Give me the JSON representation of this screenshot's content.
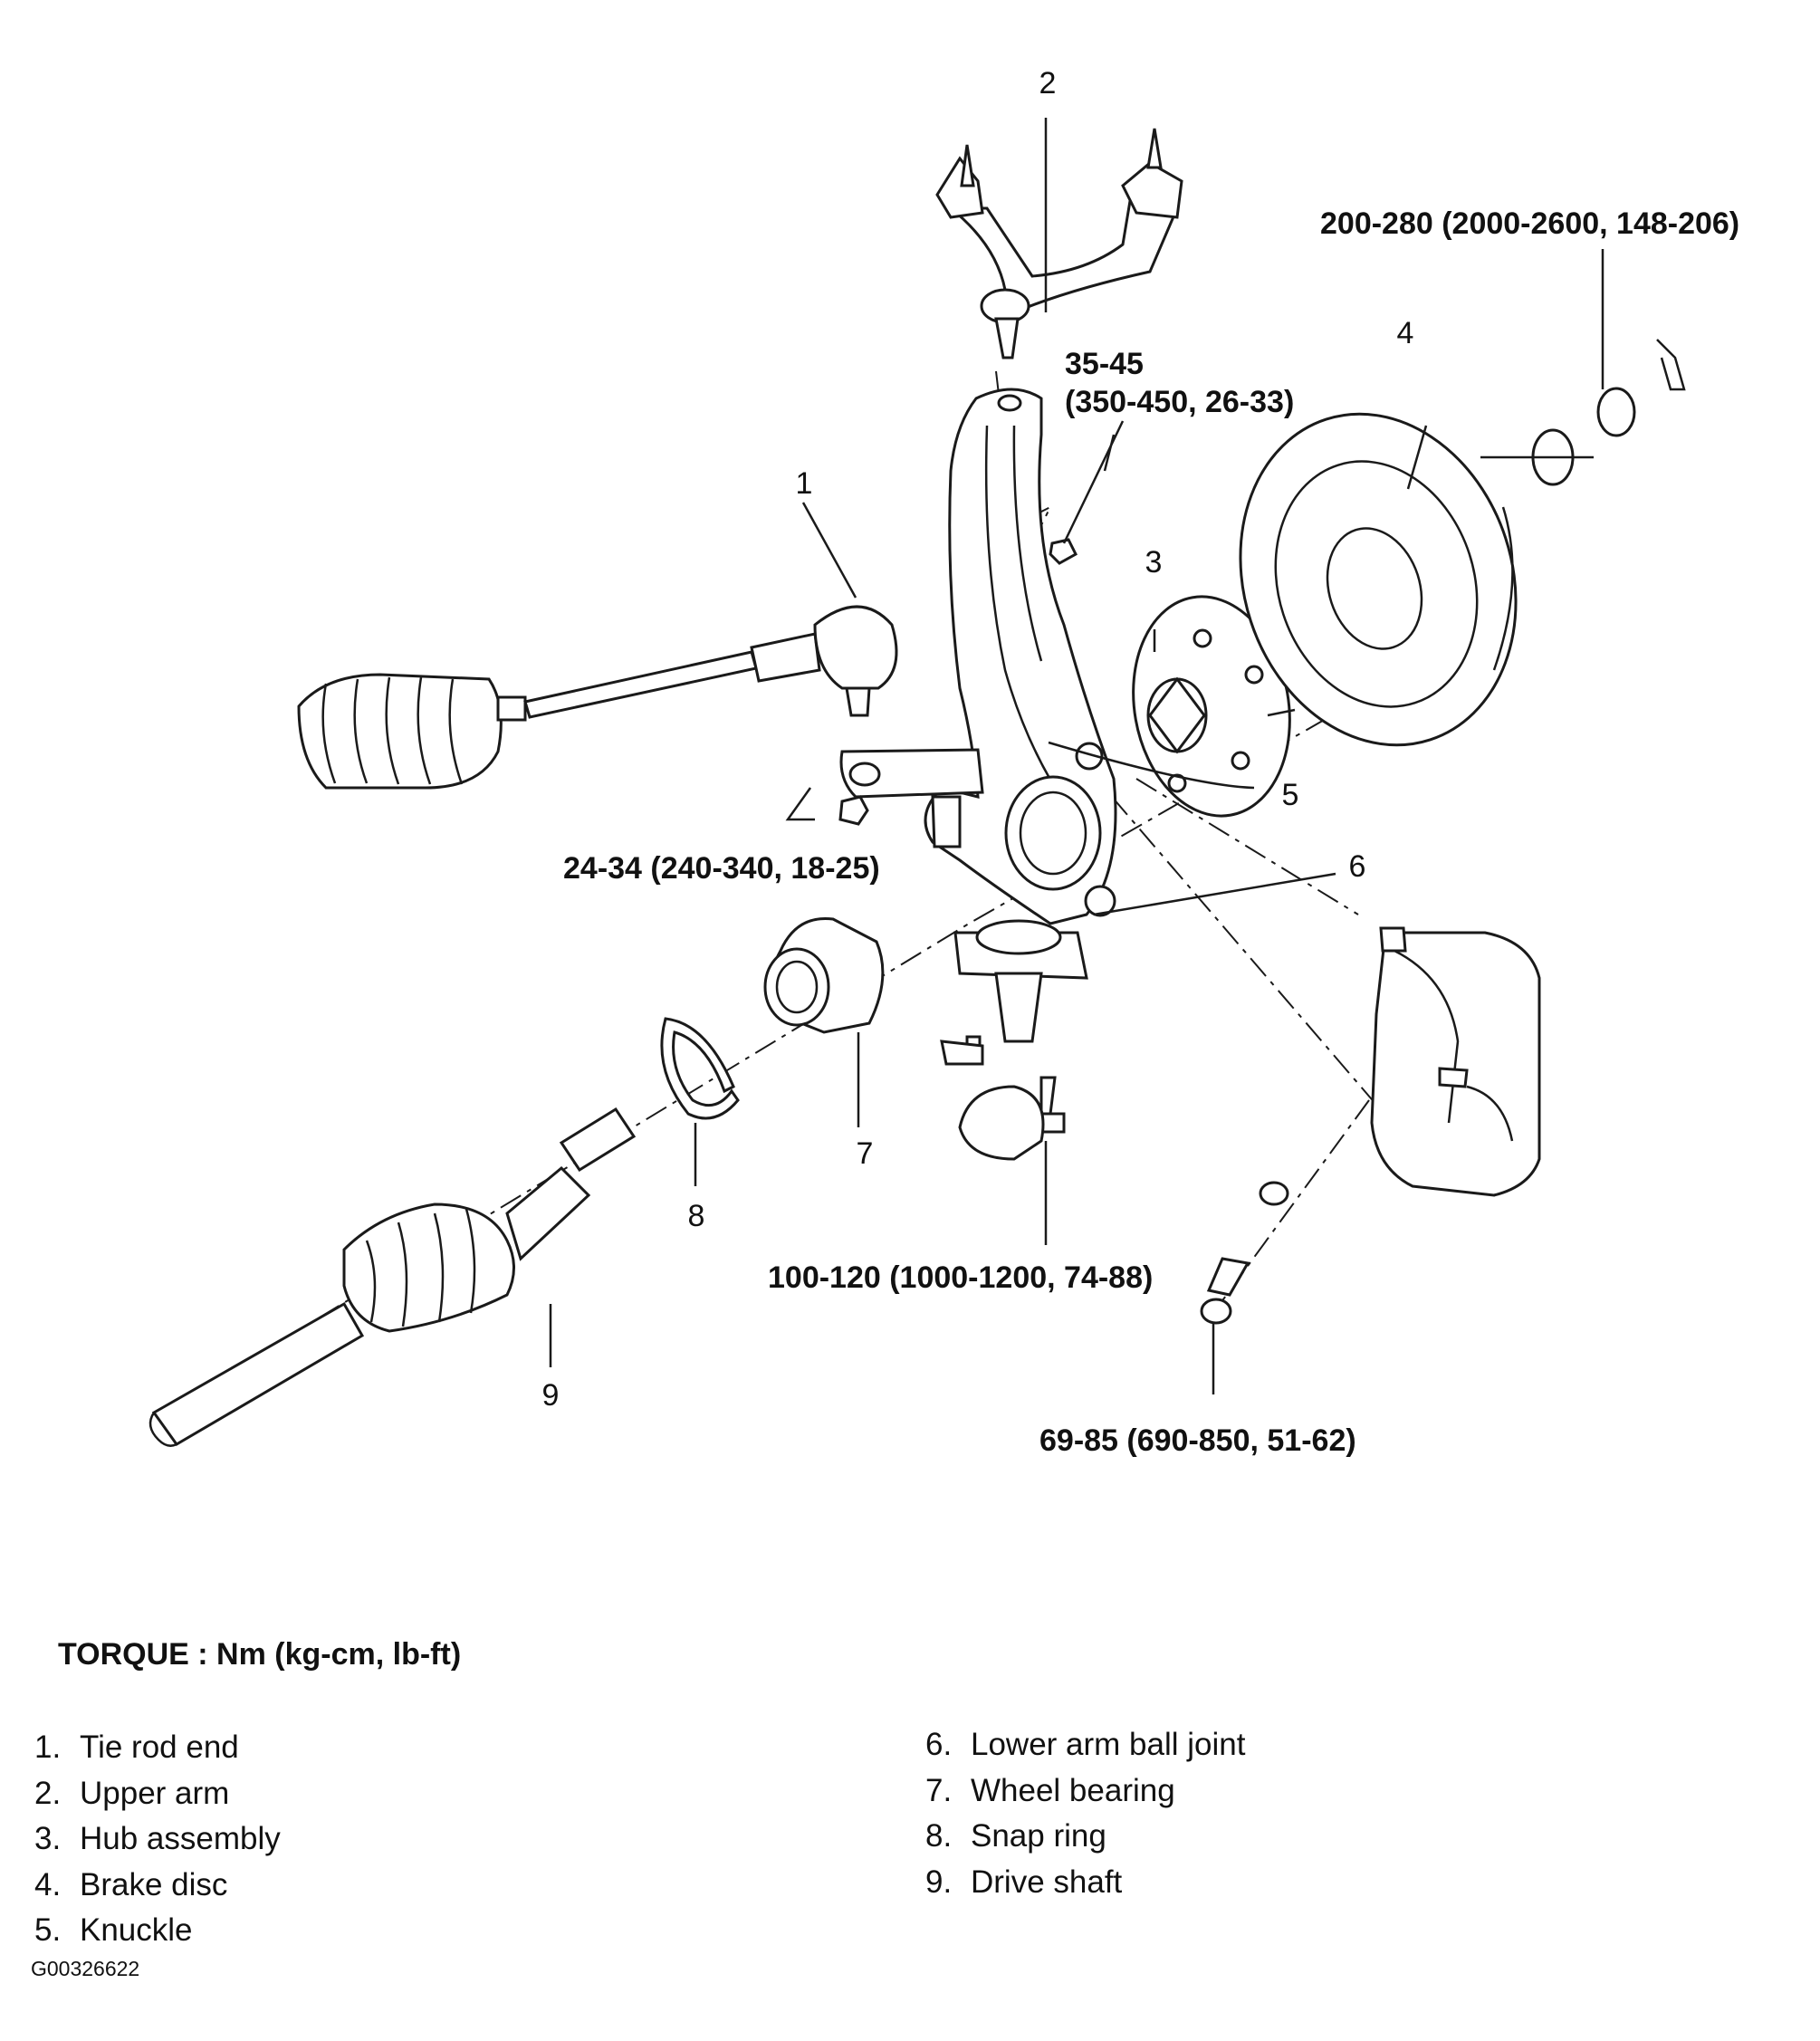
{
  "diagram": {
    "callouts": [
      "1",
      "2",
      "3",
      "4",
      "5",
      "6",
      "7",
      "8",
      "9"
    ],
    "torques": {
      "hub_nut": "200-280 (2000-2600, 148-206)",
      "upper_ball_joint_nut_line1": "35-45",
      "upper_ball_joint_nut_line2": "(350-450, 26-33)",
      "tie_rod_nut": "24-34 (240-340, 18-25)",
      "lower_ball_joint_bolt": "100-120 (1000-1200, 74-88)",
      "caliper_bolt": "69-85 (690-850, 51-62)"
    }
  },
  "legend": {
    "title": "TORQUE : Nm (kg-cm, lb-ft)",
    "left": [
      {
        "num": "1.",
        "label": "Tie rod end"
      },
      {
        "num": "2.",
        "label": "Upper arm"
      },
      {
        "num": "3.",
        "label": "Hub assembly"
      },
      {
        "num": "4.",
        "label": "Brake disc"
      },
      {
        "num": "5.",
        "label": "Knuckle"
      }
    ],
    "right": [
      {
        "num": "6.",
        "label": "Lower arm ball joint"
      },
      {
        "num": "7.",
        "label": "Wheel bearing"
      },
      {
        "num": "8.",
        "label": "Snap ring"
      },
      {
        "num": "9.",
        "label": "Drive shaft"
      }
    ]
  },
  "figure_code": "G00326622"
}
